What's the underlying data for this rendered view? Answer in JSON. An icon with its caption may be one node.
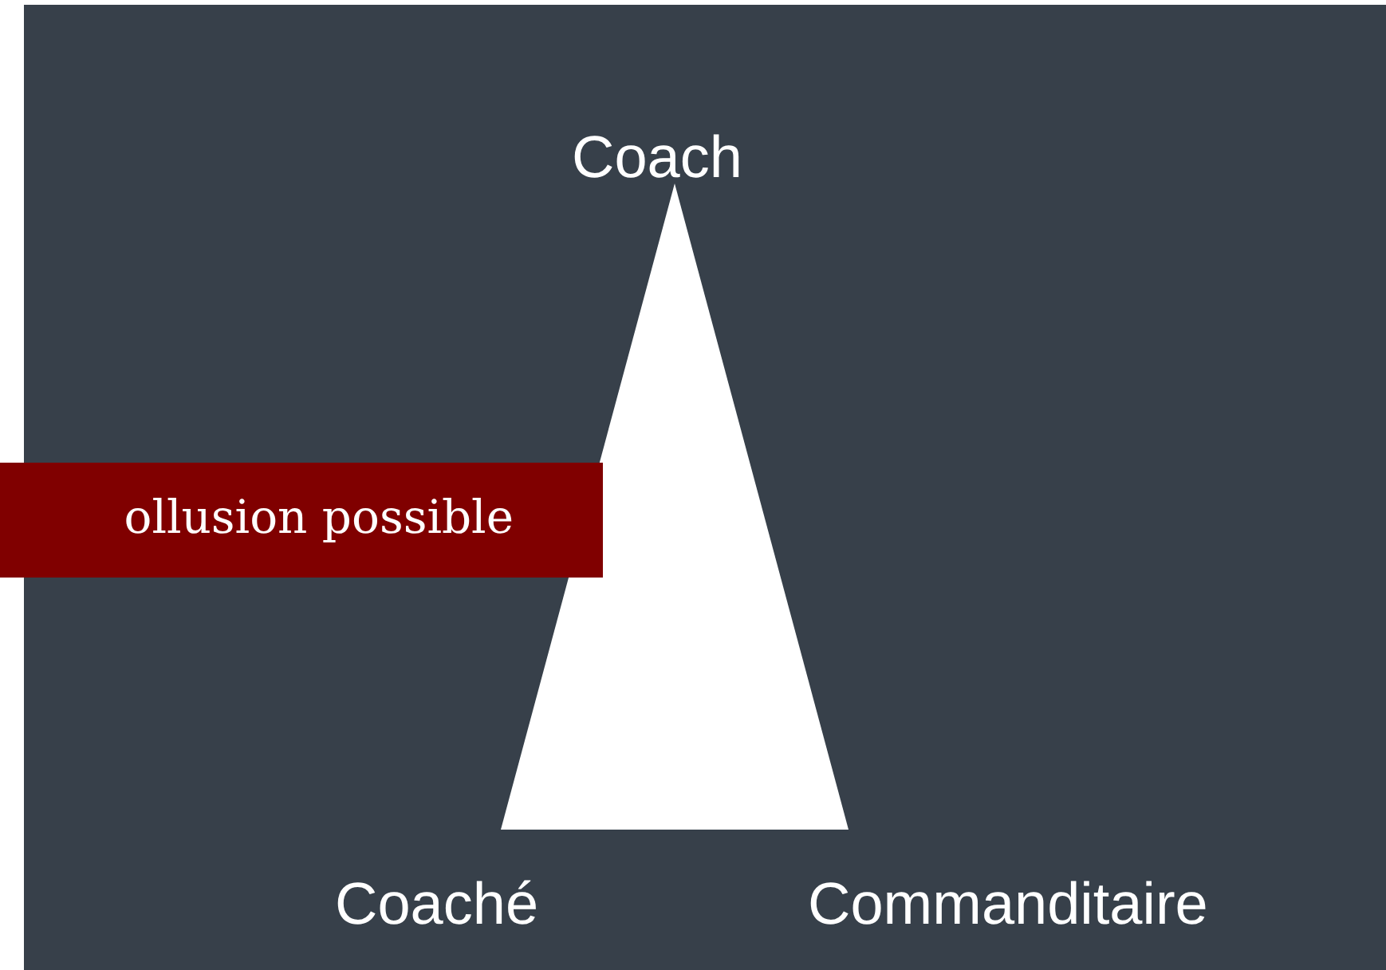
{
  "diagram": {
    "nodes": [
      {
        "text": [],
        "shape": "triangle"
      },
      {
        "text": [
          "ollusion possible"
        ]
      }
    ],
    "edges": [],
    "labels": [
      "Coach",
      "Coaché",
      "Commanditaire"
    ]
  }
}
